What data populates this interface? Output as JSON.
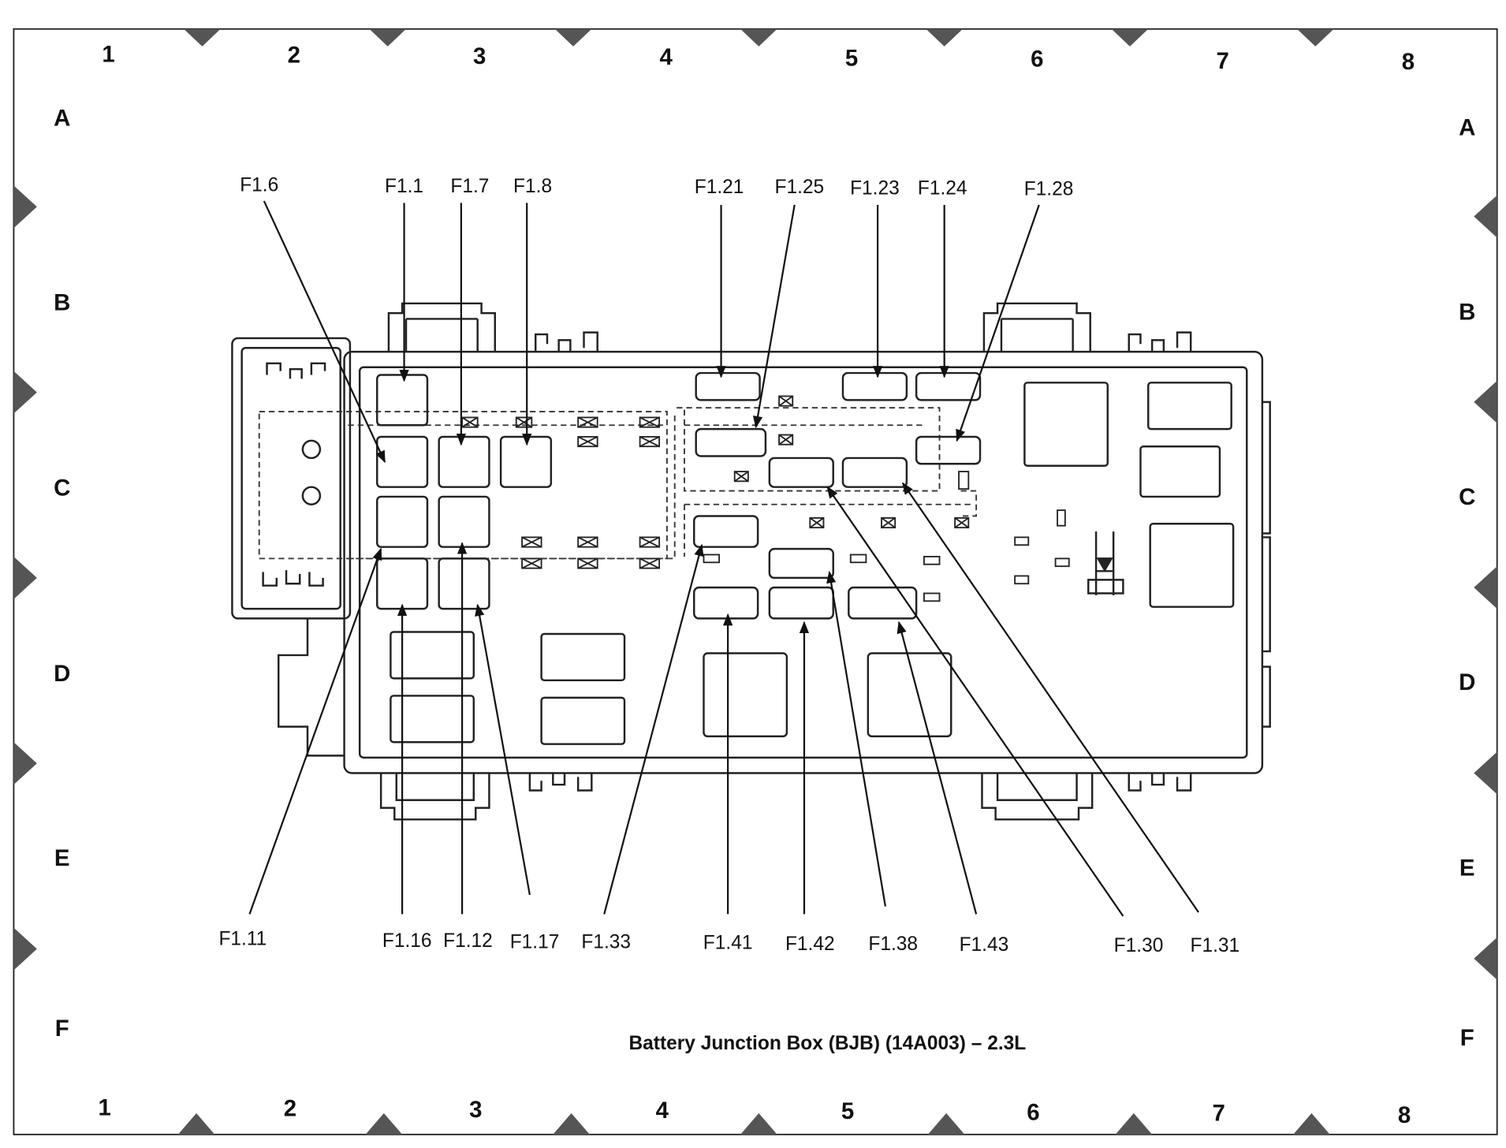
{
  "grid": {
    "columns": [
      "1",
      "2",
      "3",
      "4",
      "5",
      "6",
      "7",
      "8"
    ],
    "rows": [
      "A",
      "B",
      "C",
      "D",
      "E",
      "F"
    ]
  },
  "callouts": {
    "f1_6": "F1.6",
    "f1_1": "F1.1",
    "f1_7": "F1.7",
    "f1_8": "F1.8",
    "f1_21": "F1.21",
    "f1_25": "F1.25",
    "f1_23": "F1.23",
    "f1_24": "F1.24",
    "f1_28": "F1.28",
    "f1_11": "F1.11",
    "f1_16": "F1.16",
    "f1_12": "F1.12",
    "f1_17": "F1.17",
    "f1_33": "F1.33",
    "f1_41": "F1.41",
    "f1_42": "F1.42",
    "f1_38": "F1.38",
    "f1_43": "F1.43",
    "f1_30": "F1.30",
    "f1_31": "F1.31"
  },
  "caption": "Battery Junction Box (BJB) (14A003) – 2.3L"
}
